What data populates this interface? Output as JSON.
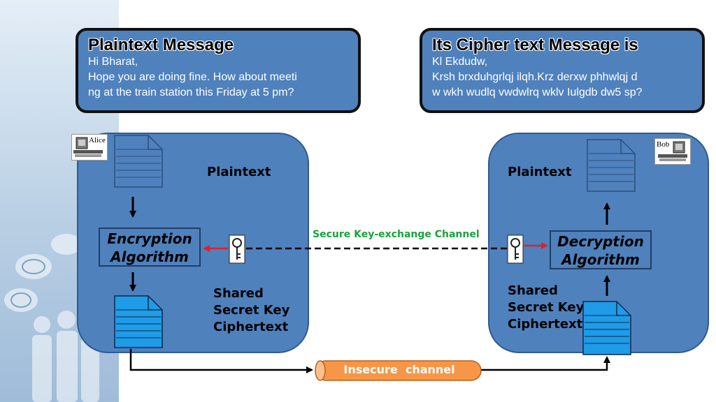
{
  "plaintext_box": {
    "title": "Plaintext Message",
    "line1": "Hi  Bharat,",
    "line2": "Hope you are doing fine. How about meeti",
    "line3": "ng at the train station this Friday at 5 pm?"
  },
  "cipher_box": {
    "title": "Its Cipher text  Message is",
    "line1": "Kl  Ekdudw,",
    "line2": "Krsh brxduhgrlqj ilqh.Krz derxw phhwlqj d",
    "line3": "w wkh wudlq vwdwlrq wklv Iulgdb dw5 sp?"
  },
  "alice": {
    "name": "Alice",
    "plaintext_label": "Plaintext",
    "algorithm_line1": "Encryption",
    "algorithm_line2": "Algorithm",
    "key_label": "Shared",
    "key_label2": "Secret Key",
    "cipher_label": "Ciphertext"
  },
  "bob": {
    "name": "Bob",
    "plaintext_label": "Plaintext",
    "algorithm_line1": "Decryption",
    "algorithm_line2": "Algorithm",
    "key_label": "Shared",
    "key_label2": "Secret Key",
    "cipher_label": "Ciphertext"
  },
  "secure_channel_label": "Secure Key-exchange Channel",
  "insecure_channel_label": "Insecure  channel",
  "colors": {
    "panel": "#4f81bd",
    "cipher_doc": "#1f9be8",
    "secure_label": "#1aa33a",
    "insecure_pipe": "#f79646",
    "key_arrow": "#e0202a"
  }
}
